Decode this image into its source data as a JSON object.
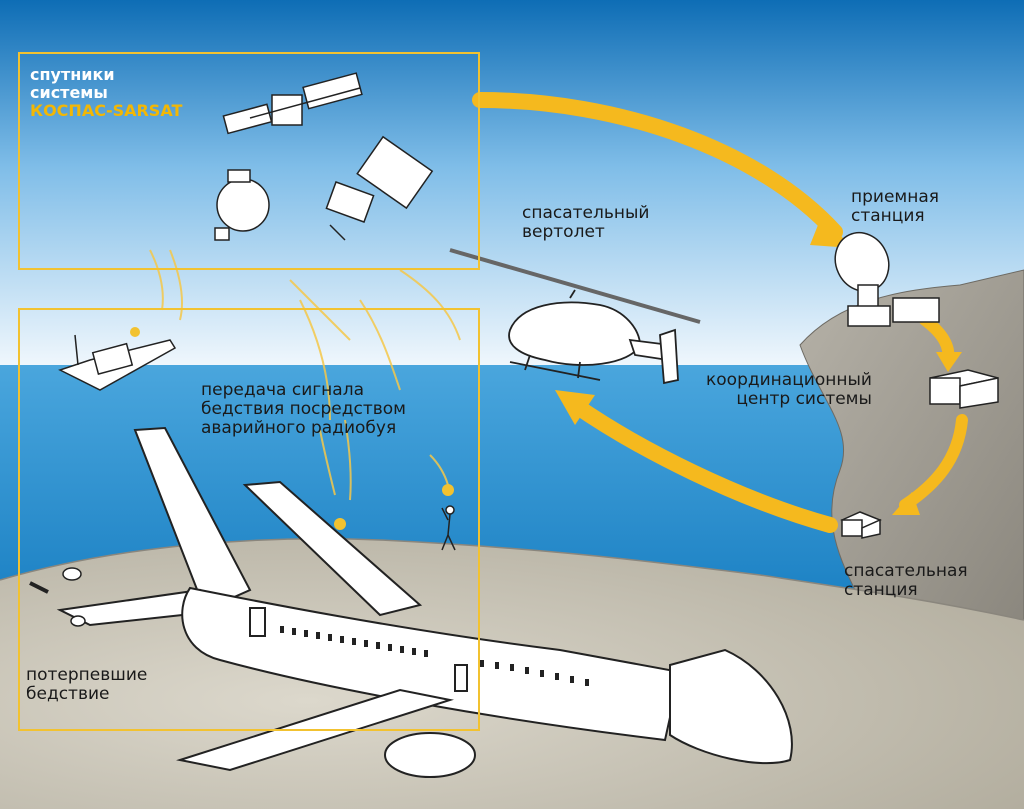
{
  "labels": {
    "satellites": [
      "спутники",
      "системы",
      "КОСПАС-SARSAT"
    ],
    "helicopter": [
      "спасательный",
      "вертолет"
    ],
    "receiving_station": [
      "приемная",
      "станция"
    ],
    "coordination_center": [
      "координационный",
      "центр системы"
    ],
    "rescue_station": [
      "спасательная",
      "станция"
    ],
    "signal": [
      "передача сигнала",
      "бедствия посредством",
      "аварийного радиобуя"
    ],
    "victims": [
      "потерпевшие",
      "бедствие"
    ]
  },
  "colors": {
    "accent": "#f5b91e",
    "sky_top": "#0d6fb8",
    "sky_bottom": "#e6f2fb",
    "sea": "#2a8fd0",
    "land": "#c7c2b4",
    "cliff": "#9e9a92",
    "highlight_text": "#f2b705"
  }
}
